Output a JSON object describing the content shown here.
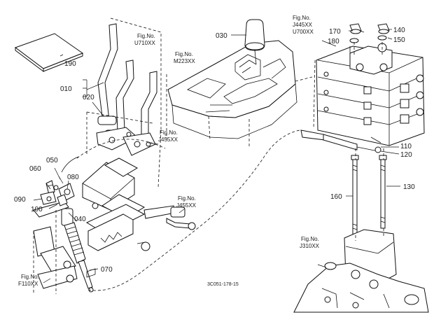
{
  "callouts": {
    "c010": "010",
    "c020": "020",
    "c030": "030",
    "c040": "040",
    "c050": "050",
    "c060": "060",
    "c070": "070",
    "c080": "080",
    "c090": "090",
    "c100": "100",
    "c110": "110",
    "c120": "120",
    "c130": "130",
    "c140": "140",
    "c150": "150",
    "c160": "160",
    "c170": "170",
    "c180": "180",
    "c190": "190"
  },
  "fig_refs": {
    "label": "Fig.No.",
    "u710": "U710XX",
    "m223": "M223XX",
    "j445": "J445XX",
    "u700": "U700XX",
    "j455a": "J455XX",
    "j455b": "J455XX",
    "j310": "J310XX",
    "f110": "F110XX"
  },
  "drawing_code": "3C051-178-15"
}
